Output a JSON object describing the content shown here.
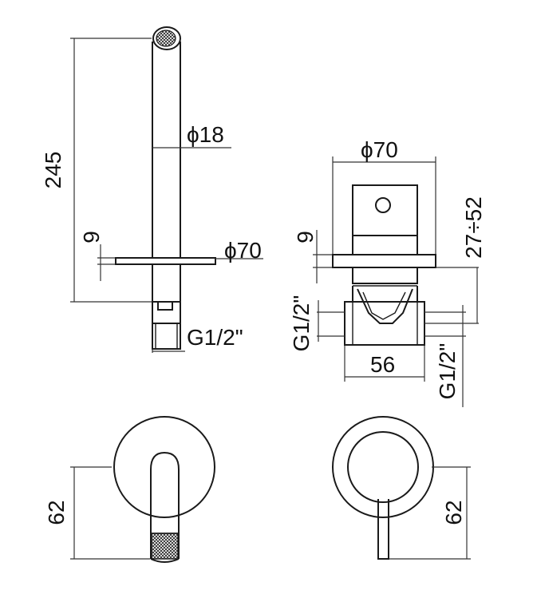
{
  "labels": {
    "height_245": "245",
    "dia_18": "ϕ18",
    "dim_9_left": "9",
    "dia_70_left": "ϕ70",
    "thread_left": "G1/2\"",
    "dia_70_right": "ϕ70",
    "range_27_52": "27÷52",
    "dim_9_right": "9",
    "thread_right_a": "G1/2\"",
    "width_56": "56",
    "thread_right_b": "G1/2\"",
    "dim_62_left": "62",
    "dim_62_right": "62"
  },
  "colors": {
    "line": "#1a1a1a",
    "background": "#ffffff"
  }
}
